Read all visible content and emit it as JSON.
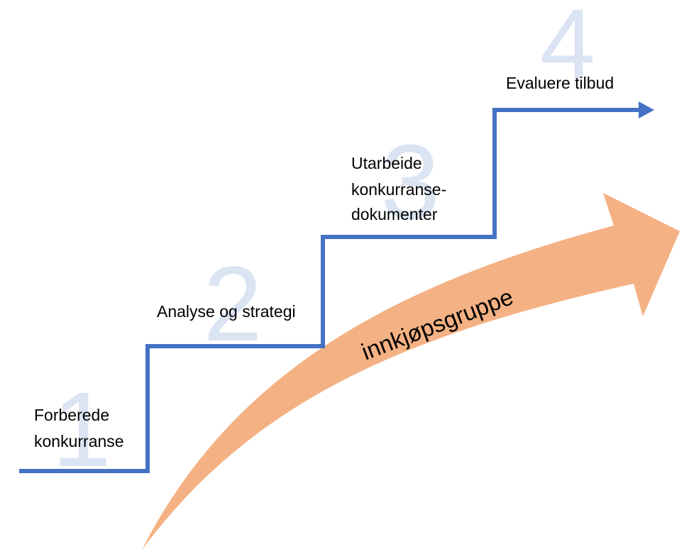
{
  "colors": {
    "stair_line": "#4472c4",
    "big_number": "#dbe4f2",
    "curved_arrow": "#f4b183",
    "text": "#000000"
  },
  "steps": [
    {
      "number": "1",
      "label_lines": [
        "Forberede",
        "konkurranse"
      ]
    },
    {
      "number": "2",
      "label_lines": [
        "Analyse og strategi"
      ]
    },
    {
      "number": "3",
      "label_lines": [
        "Utarbeide",
        "konkurranse-",
        "dokumenter"
      ]
    },
    {
      "number": "4",
      "label_lines": [
        "Evaluere tilbud"
      ]
    }
  ],
  "curved_arrow": {
    "label": "innkjøpsgruppe"
  }
}
